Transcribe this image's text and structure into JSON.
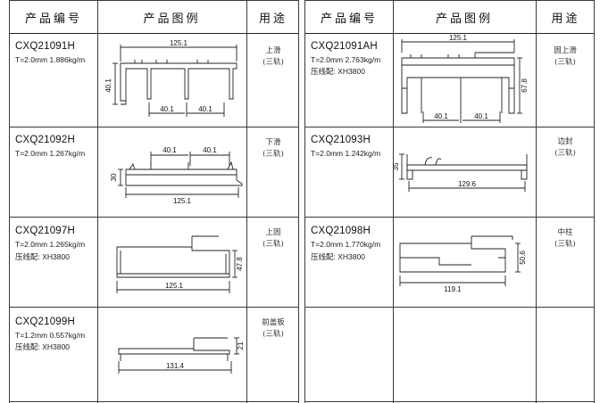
{
  "headers": {
    "code": "产品编号",
    "drawing": "产品图例",
    "use": "用途"
  },
  "left": [
    {
      "code": "CXQ21091H",
      "spec": "T=2.0mm  1.886kg/m",
      "note": "",
      "use": "上滑",
      "use2": "(三轨)",
      "dims": {
        "width": "125.1",
        "height": "40.1",
        "a": "40.1",
        "b": "40.1"
      }
    },
    {
      "code": "CXQ21092H",
      "spec": "T=2.0mm  1.267kg/m",
      "note": "",
      "use": "下滑",
      "use2": "(三轨)",
      "dims": {
        "width": "125.1",
        "height": "30",
        "a": "40.1",
        "b": "40.1"
      }
    },
    {
      "code": "CXQ21097H",
      "spec": "T=2.0mm  1.265kg/m",
      "note": "压线配: XH3800",
      "use": "上固",
      "use2": "(三轨)",
      "dims": {
        "width": "125.1",
        "height": "47.8"
      }
    },
    {
      "code": "CXQ21099H",
      "spec": "T=1.2mm  0.557kg/m",
      "note": "压线配: XH3800",
      "use": "前盖板",
      "use2": "(三轨)",
      "dims": {
        "width": "131.4",
        "height": "21"
      }
    }
  ],
  "right": [
    {
      "code": "CXQ21091AH",
      "spec": "T=2.0mm  2.763kg/m",
      "note": "压线配: XH3800",
      "use": "固上滑",
      "use2": "(三轨)",
      "dims": {
        "width": "125.1",
        "height": "67.8",
        "a": "40.1",
        "b": "40.1"
      }
    },
    {
      "code": "CXQ21093H",
      "spec": "T=2.0mm  1.242kg/m",
      "note": "",
      "use": "边封",
      "use2": "(三轨)",
      "dims": {
        "width": "129.6",
        "height": "35"
      }
    },
    {
      "code": "CXQ21098H",
      "spec": "T=2.0mm  1.770kg/m",
      "note": "压线配: XH3800",
      "use": "中柱",
      "use2": "(三轨)",
      "dims": {
        "width": "119.1",
        "height": "50.6"
      }
    }
  ]
}
